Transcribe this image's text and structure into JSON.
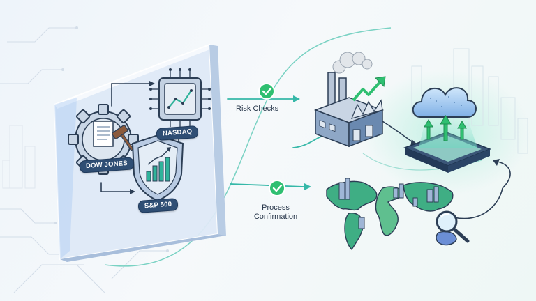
{
  "labels": {
    "dow_jones": "DOW JONES",
    "nasdaq": "NASDAQ",
    "sp500": "S&P 500",
    "risk_checks": "Risk Checks",
    "process_confirmation_line1": "Process",
    "process_confirmation_line2": "Confirmation"
  },
  "colors": {
    "accent_teal": "#36b8a8",
    "check_green": "#2fbf71",
    "pill_navy": "#2f4e74",
    "line_navy": "#2c3e55",
    "panel_blue": "#cfe0f5",
    "water_blue": "#4a8fd8"
  },
  "icons": {
    "gear_document": "gear-document-gavel-icon",
    "chip": "chart-chip-icon",
    "shield": "shield-bar-chart-icon",
    "factory": "factory-growth-icon",
    "cloud": "cloud-upload-icon",
    "map": "world-map-icon",
    "magnifier": "magnifier-icon",
    "check": "check-circle-icon"
  }
}
